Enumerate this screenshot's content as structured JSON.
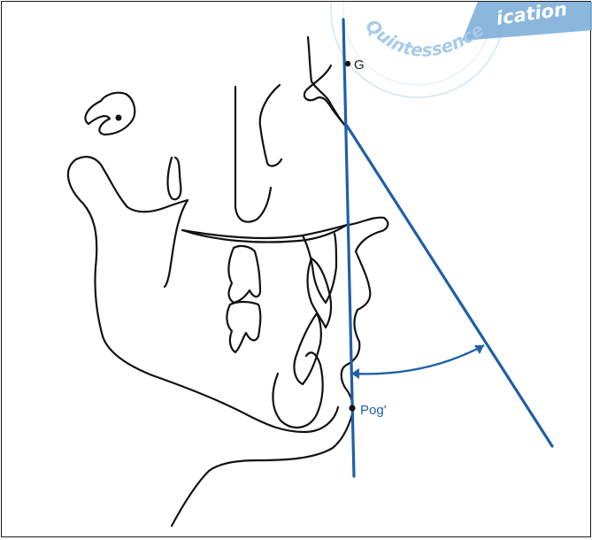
{
  "figure": {
    "point_labels": {
      "glabella": "G",
      "soft_tissue_pogonion": "Pog'"
    },
    "watermark": {
      "upper_text": "ication",
      "ring_text": "Quintessence"
    },
    "colors": {
      "lines": "#1f5fa6",
      "outline": "#111111",
      "watermark": "#9ec6e6",
      "watermark_band": "#7fb0da"
    }
  }
}
